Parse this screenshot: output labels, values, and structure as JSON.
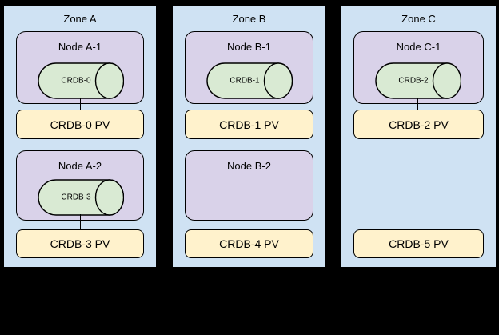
{
  "colors": {
    "background": "#000000",
    "zone_fill": "#cfe2f3",
    "node_fill": "#d9d2e9",
    "pod_fill": "#d9ead3",
    "pv_fill": "#fff2cc",
    "border": "#000000"
  },
  "zones": [
    {
      "label": "Zone A",
      "nodes": [
        {
          "label": "Node A-1",
          "pod": "CRDB-0"
        },
        {
          "label": "Node A-2",
          "pod": "CRDB-3"
        }
      ],
      "pvs": [
        "CRDB-0 PV",
        "CRDB-3 PV"
      ]
    },
    {
      "label": "Zone B",
      "nodes": [
        {
          "label": "Node B-1",
          "pod": "CRDB-1"
        },
        {
          "label": "Node B-2",
          "pod": null
        }
      ],
      "pvs": [
        "CRDB-1 PV",
        "CRDB-4 PV"
      ]
    },
    {
      "label": "Zone C",
      "nodes": [
        {
          "label": "Node C-1",
          "pod": "CRDB-2"
        }
      ],
      "pvs": [
        "CRDB-2 PV",
        "CRDB-5 PV"
      ]
    }
  ]
}
